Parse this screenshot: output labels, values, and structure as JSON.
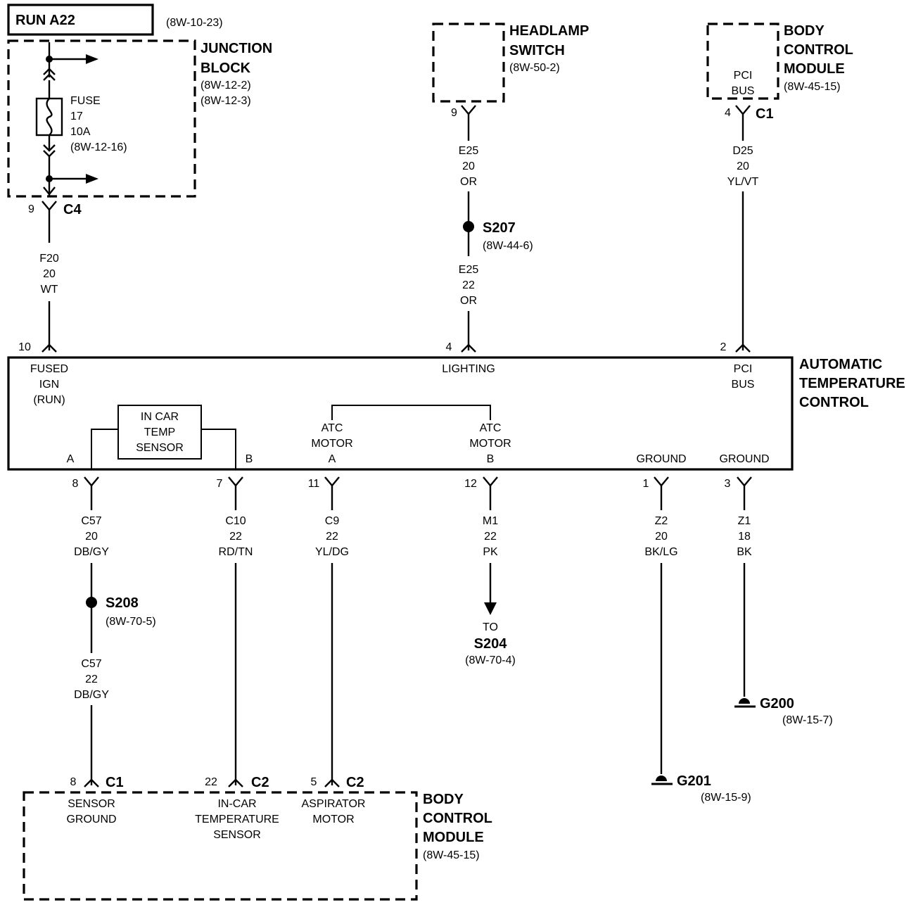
{
  "run": {
    "label": "RUN A22",
    "ref": "(8W-10-23)"
  },
  "junction_block": {
    "title1": "JUNCTION",
    "title2": "BLOCK",
    "ref1": "(8W-12-2)",
    "ref2": "(8W-12-3)",
    "fuse": {
      "l1": "FUSE",
      "l2": "17",
      "l3": "10A",
      "l4": "(8W-12-16)"
    },
    "pin": "9",
    "conn": "C4"
  },
  "headlamp_switch": {
    "title1": "HEADLAMP",
    "title2": "SWITCH",
    "ref": "(8W-50-2)",
    "pin": "9"
  },
  "bcm_top": {
    "title1": "BODY",
    "title2": "CONTROL",
    "title3": "MODULE",
    "ref": "(8W-45-15)",
    "inner1": "PCI",
    "inner2": "BUS",
    "pin": "4",
    "conn": "C1"
  },
  "wires": {
    "f20": {
      "c": "F20",
      "g": "20",
      "col": "WT"
    },
    "e25a": {
      "c": "E25",
      "g": "20",
      "col": "OR"
    },
    "e25b": {
      "c": "E25",
      "g": "22",
      "col": "OR"
    },
    "d25": {
      "c": "D25",
      "g": "20",
      "col": "YL/VT"
    },
    "c57a": {
      "c": "C57",
      "g": "20",
      "col": "DB/GY"
    },
    "c57b": {
      "c": "C57",
      "g": "22",
      "col": "DB/GY"
    },
    "c10": {
      "c": "C10",
      "g": "22",
      "col": "RD/TN"
    },
    "c9": {
      "c": "C9",
      "g": "22",
      "col": "YL/DG"
    },
    "m1": {
      "c": "M1",
      "g": "22",
      "col": "PK"
    },
    "z2": {
      "c": "Z2",
      "g": "20",
      "col": "BK/LG"
    },
    "z1": {
      "c": "Z1",
      "g": "18",
      "col": "BK"
    }
  },
  "splices": {
    "s207": {
      "name": "S207",
      "ref": "(8W-44-6)"
    },
    "s208": {
      "name": "S208",
      "ref": "(8W-70-5)"
    },
    "s204": {
      "to": "TO",
      "name": "S204",
      "ref": "(8W-70-4)"
    }
  },
  "grounds": {
    "g200": {
      "name": "G200",
      "ref": "(8W-15-7)"
    },
    "g201": {
      "name": "G201",
      "ref": "(8W-15-9)"
    }
  },
  "atc": {
    "title1": "AUTOMATIC",
    "title2": "TEMPERATURE",
    "title3": "CONTROL",
    "pins_top": {
      "p10": "10",
      "p4": "4",
      "p2": "2"
    },
    "fused1": "FUSED",
    "fused2": "IGN",
    "fused3": "(RUN)",
    "lighting": "LIGHTING",
    "pci1": "PCI",
    "pci2": "BUS",
    "sensor1": "IN CAR",
    "sensor2": "TEMP",
    "sensor3": "SENSOR",
    "a": "A",
    "b": "B",
    "motor1": "ATC",
    "motor2": "MOTOR",
    "motor_a": "A",
    "motor_b": "B",
    "ground": "GROUND",
    "pins_bottom": {
      "p8": "8",
      "p7": "7",
      "p11": "11",
      "p12": "12",
      "p1": "1",
      "p3": "3"
    }
  },
  "bcm_bottom": {
    "title1": "BODY",
    "title2": "CONTROL",
    "title3": "MODULE",
    "ref": "(8W-45-15)",
    "pin8": "8",
    "pin22": "22",
    "pin5": "5",
    "c1": "C1",
    "c2": "C2",
    "sg1": "SENSOR",
    "sg2": "GROUND",
    "ic1": "IN-CAR",
    "ic2": "TEMPERATURE",
    "ic3": "SENSOR",
    "am1": "ASPIRATOR",
    "am2": "MOTOR"
  }
}
